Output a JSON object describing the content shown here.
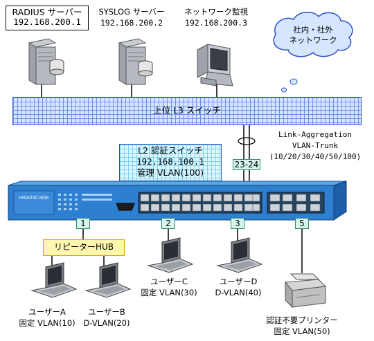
{
  "servers": {
    "radius": {
      "name": "RADIUS サーバー",
      "ip": "192.168.200.1"
    },
    "syslog": {
      "name": "SYSLOG サーバー",
      "ip": "192.168.200.2"
    },
    "netmon": {
      "name": "ネットワーク監視",
      "ip": "192.168.200.3"
    }
  },
  "cloud": {
    "line1": "社内・社外",
    "line2": "ネットワーク"
  },
  "l3_switch": {
    "label": "上位 L3 スイッチ"
  },
  "link_aggregation": {
    "line1": "Link-Aggregation",
    "line2": "VLAN-Trunk",
    "line3": "(10/20/30/40/50/100)"
  },
  "l2_switch": {
    "name": "L2 認証スイッチ",
    "ip": "192.168.100.1",
    "vlan": "管理 VLAN(100)",
    "brand": "HitachiCable"
  },
  "ports": {
    "p1": "1",
    "p2": "2",
    "p3": "3",
    "p5": "5",
    "trunk": "23-24"
  },
  "repeater_hub": {
    "label": "リピーターHUB"
  },
  "users": {
    "a": {
      "name": "ユーザーA",
      "vlan": "固定 VLAN(10)"
    },
    "b": {
      "name": "ユーザーB",
      "vlan": "D-VLAN(20)"
    },
    "c": {
      "name": "ユーザーC",
      "vlan": "固定 VLAN(30)"
    },
    "d": {
      "name": "ユーザーD",
      "vlan": "D-VLAN(40)"
    }
  },
  "printer": {
    "name": "認証不要プリンター",
    "vlan": "固定 VLAN(50)"
  }
}
